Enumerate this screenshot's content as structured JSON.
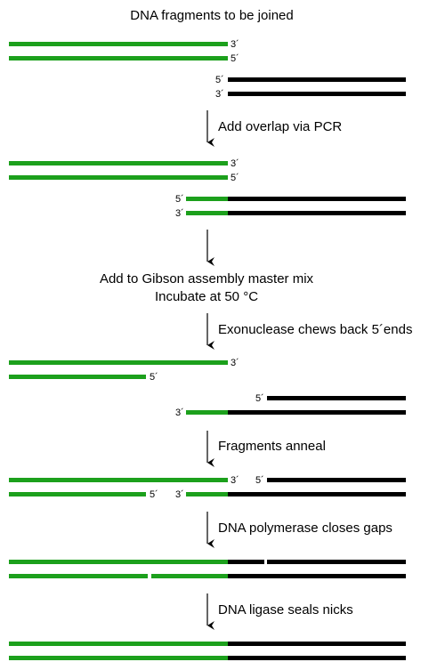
{
  "title": "DNA fragments to be joined",
  "steps": {
    "pcr": "Add overlap via PCR",
    "mix_line1": "Add to Gibson assembly master mix",
    "mix_line2": "Incubate at 50 °C",
    "exonuclease": "Exonuclease chews back 5´ends",
    "anneal": "Fragments anneal",
    "polymerase": "DNA polymerase closes gaps",
    "ligase": "DNA ligase seals nicks"
  },
  "ends": {
    "three_prime": "3´",
    "five_prime": "5´"
  },
  "colors": {
    "fragment_a": "#1ca01c",
    "fragment_b": "#000000"
  }
}
